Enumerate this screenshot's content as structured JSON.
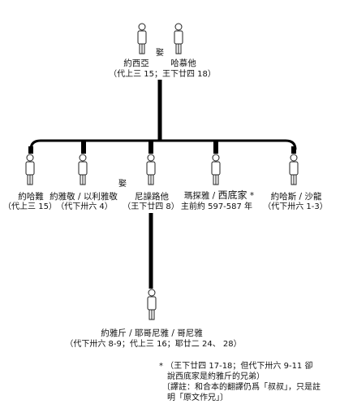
{
  "marriage_mark": "娶",
  "top": {
    "husband": "約西亞",
    "wife": "哈慕他",
    "ref": "（代上三 15；王下廿四 18）"
  },
  "children": [
    {
      "name": "約哈難",
      "ref": "（代上三 15）"
    },
    {
      "name": "約雅敬 / 以利雅敬",
      "ref": "（代下卅六 4）"
    },
    {
      "name": "尼譟路他",
      "ref": "（王下廿四 8）"
    },
    {
      "name_a": "瑪探雅 / ",
      "name_b": "西底家",
      "name_c": " *",
      "ref": "主前約 597-587 年"
    },
    {
      "name": "約哈斯 / 沙龍",
      "ref": "（代下卅六 1-3）"
    }
  ],
  "grandchild": {
    "name": "約雅斤 / 耶哥尼雅 / 哥尼雅",
    "ref": "（代下卅六 8-9；代上三 16；耶廿二 24、 28）"
  },
  "notes": [
    "* （王下廿四 17-18；但代下卅六 9-11 卻",
    "說西底家是約雅斤的兄弟）",
    "〔譯註：和合本的翻譯仍爲「叔叔」，只是註",
    "明「原文作兄」〕"
  ]
}
